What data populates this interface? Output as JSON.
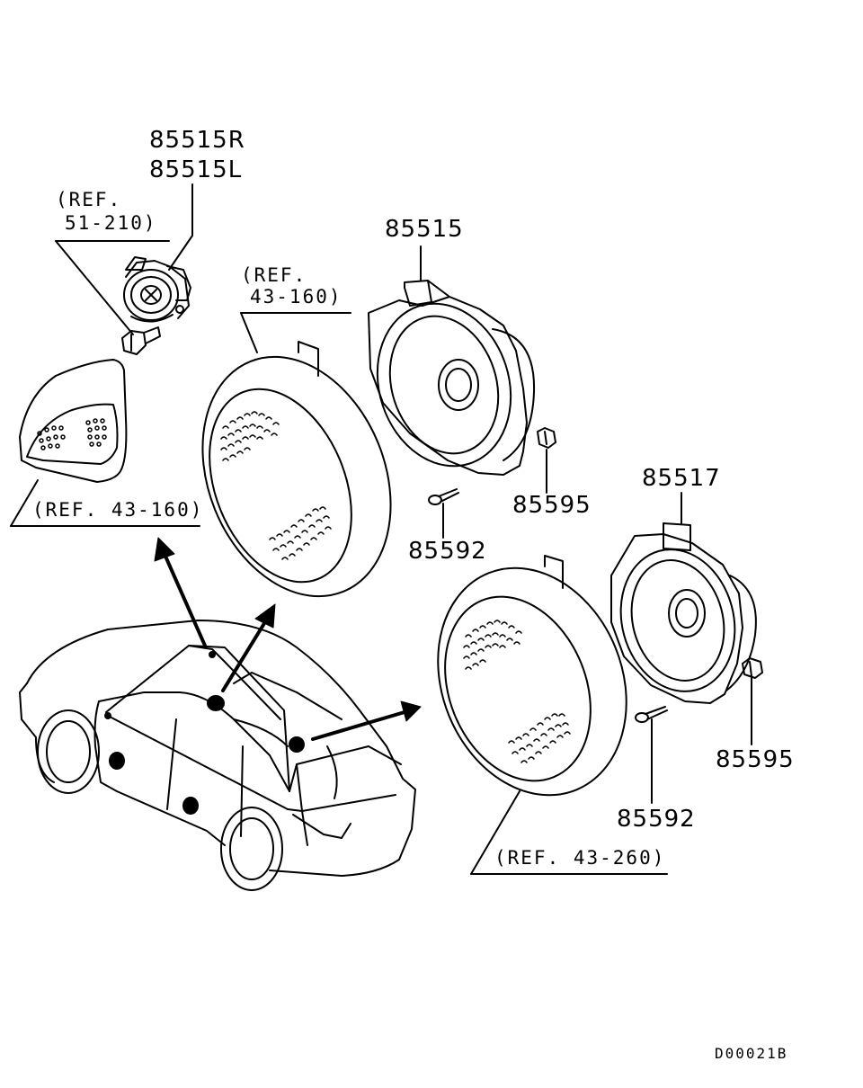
{
  "labels": {
    "tweeter_r": "85515R",
    "tweeter_l": "85515L",
    "ref_tweeter": "(REF.",
    "ref_tweeter_num": "51-210)",
    "ref_front_grille": "(REF.",
    "ref_front_grille_num": "43-160)",
    "ref_pillar": "(REF. 43-160)",
    "front_speaker": "85515",
    "front_clip": "85595",
    "front_screw": "85592",
    "rear_speaker": "85517",
    "rear_clip": "85595",
    "rear_screw": "85592",
    "ref_rear_grille": "(REF. 43-260)",
    "diagram_code": "D00021B"
  },
  "colors": {
    "line": "#000000",
    "background": "#ffffff"
  }
}
